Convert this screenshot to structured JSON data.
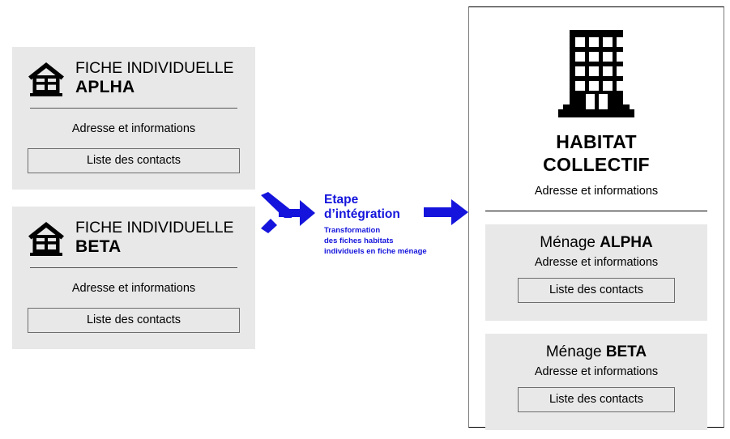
{
  "diagram": {
    "left_column": {
      "cards": [
        {
          "icon": "house-icon",
          "title_line1": "FICHE INDIVIDUELLE",
          "title_line2": "APLHA",
          "subtitle": "Adresse et informations",
          "button_label": "Liste des contacts"
        },
        {
          "icon": "house-icon",
          "title_line1": "FICHE INDIVIDUELLE",
          "title_line2": "BETA",
          "subtitle": "Adresse et informations",
          "button_label": "Liste des contacts"
        }
      ]
    },
    "transition": {
      "merge_icon": "merge-arrow-icon",
      "arrow_icon": "right-arrow-icon",
      "title_line1": "Etape",
      "title_line2": "d’intégration",
      "desc_line1": "Transformation",
      "desc_line2": "des fiches habitats",
      "desc_line3": "individuels en fiche ménage",
      "accent_color": "#1414dc"
    },
    "right_panel": {
      "icon": "building-icon",
      "title_line1": "HABITAT",
      "title_line2": "COLLECTIF",
      "subtitle": "Adresse et informations",
      "households": [
        {
          "label": "Ménage",
          "name": "ALPHA",
          "subtitle": "Adresse et informations",
          "button_label": "Liste des contacts"
        },
        {
          "label": "Ménage",
          "name": "BETA",
          "subtitle": "Adresse et informations",
          "button_label": "Liste des contacts"
        }
      ]
    },
    "colors": {
      "card_fill": "#e8e8e8",
      "border_gray": "#6e6e6e",
      "text": "#000000",
      "accent_blue": "#1414dc"
    }
  }
}
